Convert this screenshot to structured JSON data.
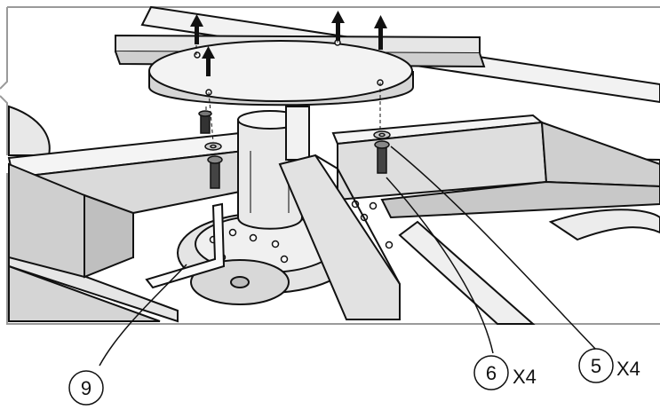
{
  "callouts": [
    {
      "number": "9",
      "quantity": ""
    },
    {
      "number": "6",
      "quantity": "X4"
    },
    {
      "number": "5",
      "quantity": "X4"
    }
  ],
  "colors": {
    "line": "#111111",
    "fill_light": "#f2f2f2",
    "fill_mid": "#dcdcdc",
    "fill_dark": "#bdbdbd",
    "frame": "#9a9a9a"
  }
}
